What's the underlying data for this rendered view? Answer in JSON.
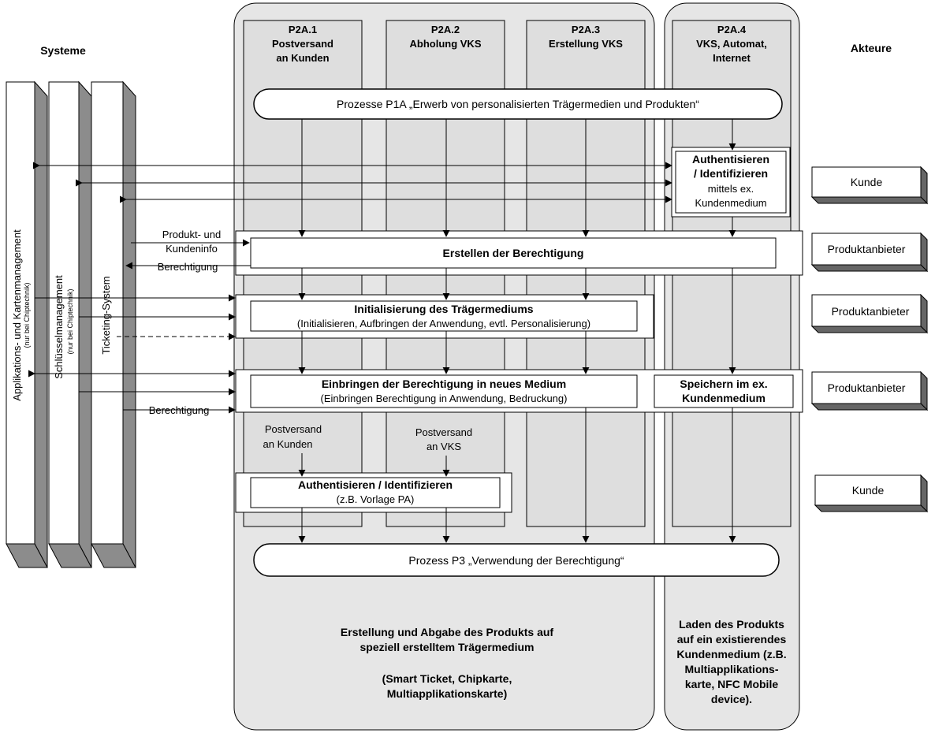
{
  "headers": {
    "systeme": "Systeme",
    "akteure": "Akteure"
  },
  "columns": [
    {
      "id": "P2A.1",
      "line1": "Postversand",
      "line2": "an Kunden"
    },
    {
      "id": "P2A.2",
      "line1": "Abholung VKS",
      "line2": ""
    },
    {
      "id": "P2A.3",
      "line1": "Erstellung VKS",
      "line2": ""
    },
    {
      "id": "P2A.4",
      "line1": "VKS, Automat,",
      "line2": "Internet"
    }
  ],
  "systems": {
    "app_main": "Applikations- und Kartenmanagement",
    "app_sub": "(nur bei Chiptechnik)",
    "key_main": "Schlüsselmanagement",
    "key_sub": "(nur bei Chiptechnik)",
    "ticketing": "Ticketing-System"
  },
  "process_p1a": "Prozesse P1A „Erwerb von personalisierten Trägermedien und Produkten“",
  "auth_top": {
    "line1": "Authentisieren",
    "line2": "/ Identifizieren",
    "line3": "mittels ex.",
    "line4": "Kundenmedium"
  },
  "erstellen": "Erstellen der Berechtigung",
  "init": {
    "title": "Initialisierung des Trägermediums",
    "sub": "(Initialisieren, Aufbringen der Anwendung, evtl. Personalisierung)"
  },
  "einbringen": {
    "title": "Einbringen der Berechtigung in neues Medium",
    "sub": "(Einbringen Berechtigung in Anwendung, Bedruckung)"
  },
  "speichern": {
    "line1": "Speichern im ex.",
    "line2": "Kundenmedium"
  },
  "postversand_kunden": {
    "line1": "Postversand",
    "line2": "an Kunden"
  },
  "postversand_vks": {
    "line1": "Postversand",
    "line2": "an VKS"
  },
  "auth_bottom": {
    "title": "Authentisieren / Identifizieren",
    "sub": "(z.B. Vorlage PA)"
  },
  "process_p3": "Prozess P3 „Verwendung der Berechtigung“",
  "labels": {
    "produkt_info_1": "Produkt- und",
    "produkt_info_2": "Kundeninfo",
    "berechtigung_1": "Berechtigung",
    "berechtigung_2": "Berechtigung"
  },
  "actors": {
    "kunde_1": "Kunde",
    "anbieter_1": "Produktanbieter",
    "anbieter_2": "Produktanbieter",
    "anbieter_3": "Produktanbieter",
    "kunde_2": "Kunde"
  },
  "bottom_left": {
    "line1": "Erstellung und Abgabe des Produkts  auf",
    "line2": "speziell erstelltem Trägermedium",
    "line3": "(Smart Ticket, Chipkarte,",
    "line4": "Multiapplikationskarte)"
  },
  "bottom_right": {
    "line1": "Laden des Produkts",
    "line2": "auf ein existierendes",
    "line3": "Kundenmedium (z.B.",
    "line4": "Multiapplikations-",
    "line5": "karte, NFC Mobile",
    "line6": "device)."
  }
}
